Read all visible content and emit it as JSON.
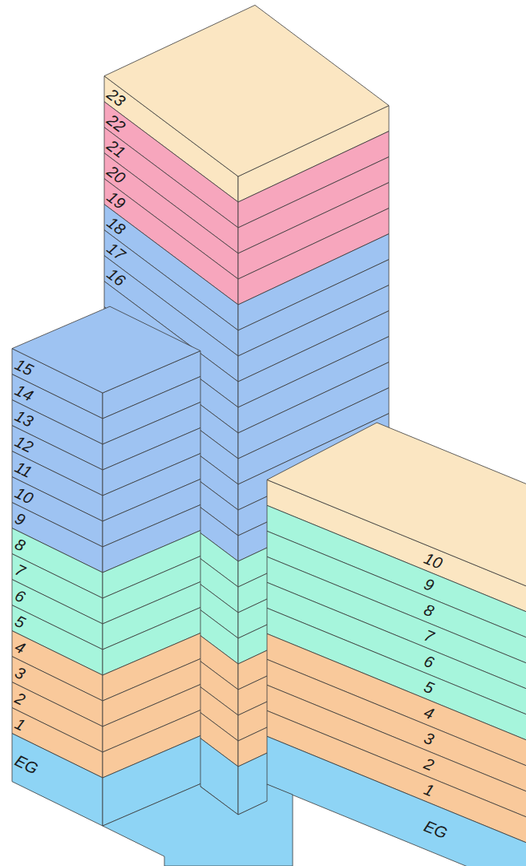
{
  "diagram": {
    "labels": [
      "23",
      "22",
      "21",
      "20",
      "19",
      "18",
      "17",
      "16",
      "15",
      "14",
      "13",
      "12",
      "11",
      "10",
      "9",
      "8",
      "7",
      "6",
      "5",
      "4",
      "3",
      "2",
      "1",
      "EG",
      "10",
      "9",
      "8",
      "7",
      "6",
      "5",
      "4",
      "3",
      "2",
      "1",
      "EG"
    ]
  }
}
